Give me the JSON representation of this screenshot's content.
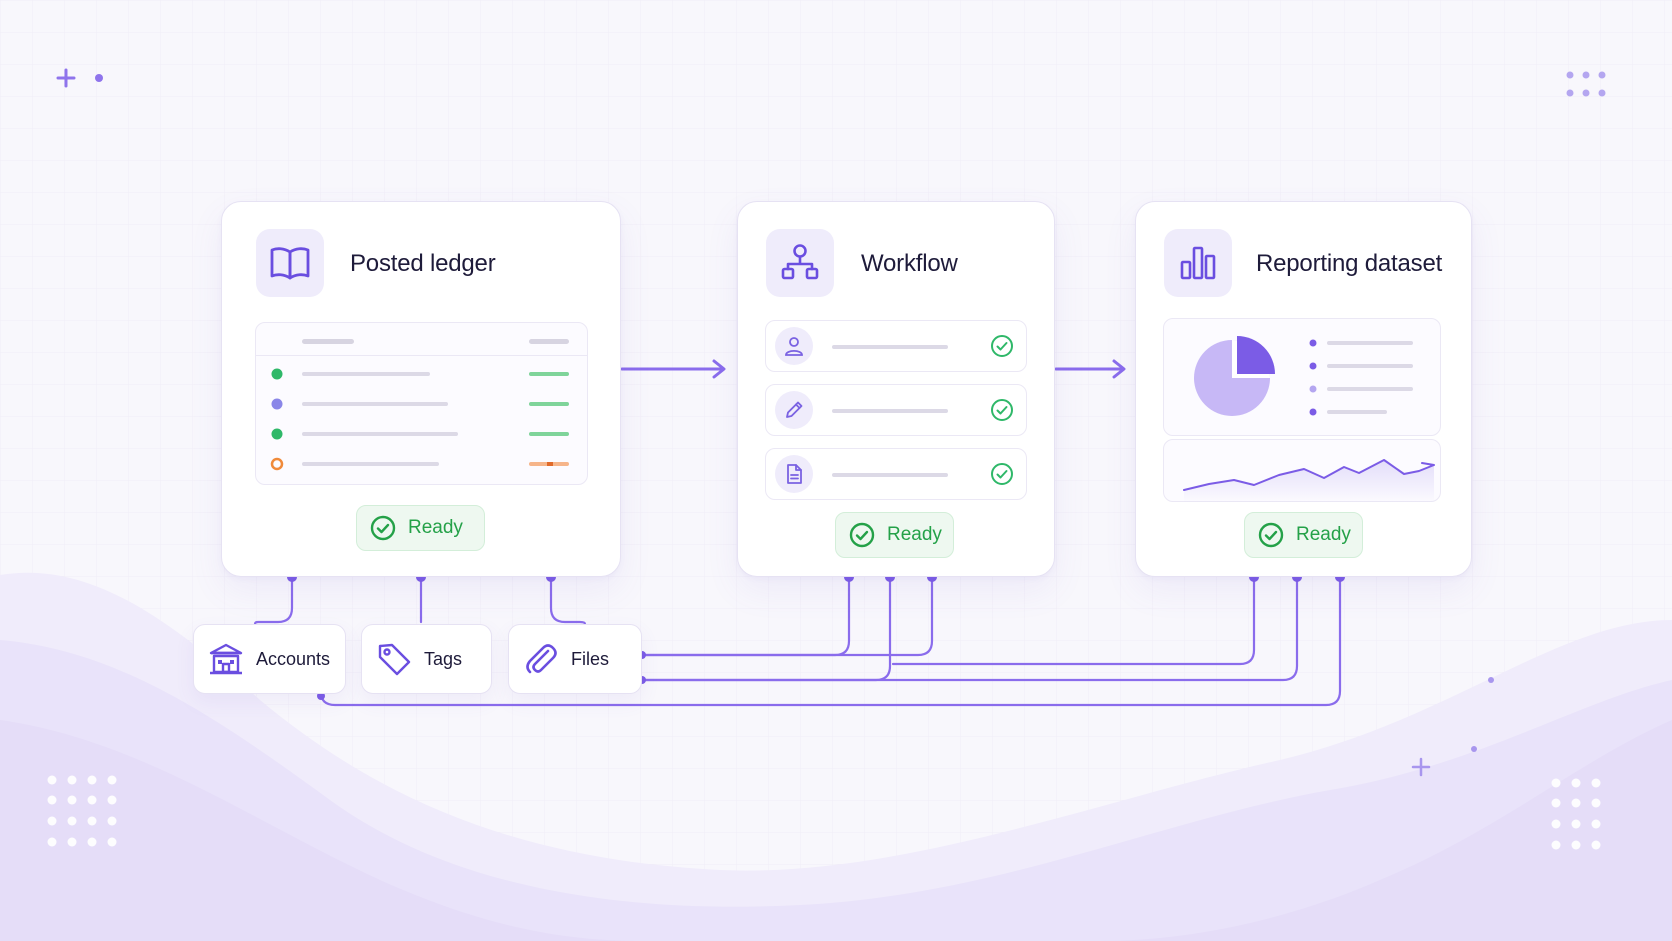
{
  "cards": {
    "ledger": {
      "title": "Posted ledger",
      "status": "Ready",
      "icon": "book-icon"
    },
    "workflow": {
      "title": "Workflow",
      "status": "Ready",
      "icon": "hierarchy-icon",
      "steps": [
        {
          "icon": "user-icon"
        },
        {
          "icon": "pencil-icon"
        },
        {
          "icon": "document-icon"
        }
      ]
    },
    "reporting": {
      "title": "Reporting dataset",
      "status": "Ready",
      "icon": "bar-chart-icon"
    }
  },
  "sources": [
    {
      "label": "Accounts",
      "icon": "bank-icon"
    },
    {
      "label": "Tags",
      "icon": "tag-icon"
    },
    {
      "label": "Files",
      "icon": "paperclip-icon"
    }
  ],
  "colors": {
    "accent": "#7b5ce6",
    "ready_text": "#24a148",
    "ready_bg": "#eef8f0",
    "dot_green": "#2fb869",
    "dot_purple": "#8a86e8",
    "dot_orange": "#f08a3a"
  }
}
